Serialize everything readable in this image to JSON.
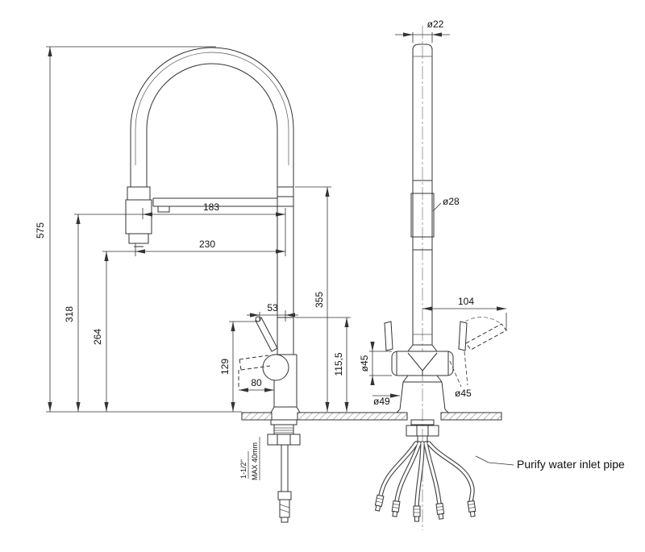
{
  "dims": {
    "left": {
      "total_height": "575",
      "outlet_height": "318",
      "head_height": "264",
      "spout_reach": "183",
      "head_reach": "230",
      "handle_offset": "53",
      "handle_height": "129",
      "handle_reach": "80",
      "riser_height": "355",
      "body_height": "115,5"
    },
    "right": {
      "top_diameter": "ø22",
      "pipe_diameter": "ø28",
      "handle_span": "104",
      "valve_diameter_left": "ø45",
      "valve_diameter_right": "ø45",
      "base_diameter": "ø49"
    }
  },
  "notes": {
    "thread_size": "1-1/2''",
    "max_counter_thickness": "MAX 40mm",
    "purify_label": "Purify water inlet pipe"
  },
  "colors": {
    "line": "#333333",
    "dimension": "#111111",
    "background": "#ffffff"
  }
}
